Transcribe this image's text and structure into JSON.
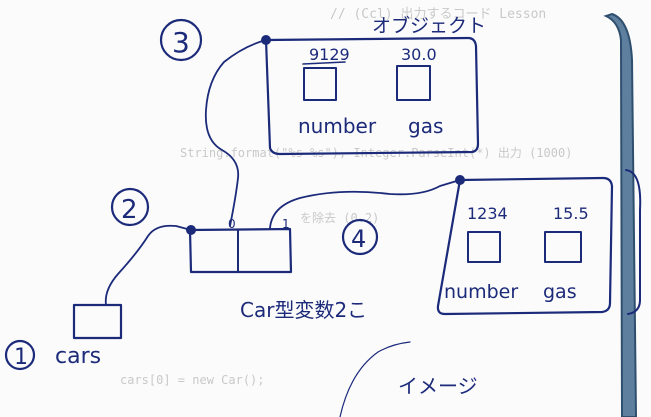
{
  "colors": {
    "ink": "#1c2a7a",
    "paper": "#fbfbfb",
    "ghost_text": "#c9c9c9",
    "right_bar": "#5f7f9e",
    "right_bar_edge": "#2f4f6e"
  },
  "labels": {
    "step1": "1",
    "cars": "cars",
    "step2": "2",
    "step3": "3",
    "step4": "4",
    "index0": "0",
    "index1": "1",
    "array_caption": "Car型変数2こ",
    "obj_title": "オブジェクト",
    "obj1_number_val": "9129",
    "obj1_gas_val": "30.0",
    "obj1_number": "number",
    "obj1_gas": "gas",
    "obj2_number_val": "1234",
    "obj2_gas_val": "15.5",
    "obj2_number": "number",
    "obj2_gas": "gas",
    "image_note": "イメージ"
  },
  "ghost": {
    "line1": "// (Ccl) 出力するコード Lesson",
    "line2": "String.format(\"%s %s\"), Integer.ParseInt(*) 出力 (1000)",
    "line3": "を除去 (0.2)",
    "line4": "cars[0] = new Car();"
  }
}
